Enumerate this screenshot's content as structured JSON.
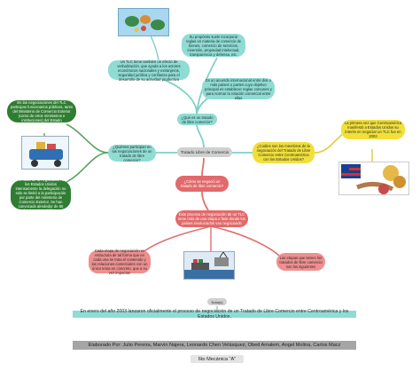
{
  "center": "Tratado Libre de Comercio",
  "q_what": "¿Qué es un tratado de libre comercio?",
  "def_1": "Un TLC tiene también un efecto de verbalización, que ayuda a los actores económicos nacionales y extranjeros, seguridad jurídica y confianza para el desarrollo de su actividad productiva",
  "def_2": "Su propósito suele incorporar reglas en materia de comercio de bienes, comercio de servicios, inversión, propiedad intelectual, transparencia y defensa, etc.",
  "def_3": "Es un acuerdo internacional entre dos o más países o partes cuyo objetivo principal es establecer reglas comunes y para normar la relación comercial entre ellas",
  "q_who": "¿Quiénes participan en las negociaciones de un tratado de libre comercio?",
  "who_1": "En las negociaciones del TLC participan funcionarios públicos, tanto del Ministerio de Comercio Exterior (como de otros ministerios e instituciones) del Estado",
  "who_2": "En el caso de la negociación con los Estados Unidos intensamente la delegación no solo se limitó a la participación por parte del ministerio de Comercio Exterior. Se han convocado alrededor de 60 funcionarios públicos",
  "q_members": "¿Cuáles son los miembros de la negociación del Tratado de Libre Comercio entre Centroamérica con los Estados Unidos?",
  "members_1": "La primera vez que Centroamérica manifestó a Estados Unidos su interés en negociar un TLC fue en 2002",
  "q_how": "¿Cómo se negoció un tratado de libre comercio?",
  "how_1": "Este proceso de negociación de un TLC tiene más de una etapa o fase donde los países involucrados van negociando",
  "how_2": "Cada etapa de negociación se estructura de tal forma que en cada una se trata el contenido y las relaciones comerciales con un único tema en concreto, que a su vez impactan",
  "how_3": "Las etapas que tienen los tratados de libre comercio son los siguientes",
  "note_label": "Nota(s)",
  "note": "En enero del año 2003 lanzaron oficialmente el proceso de negociación de un Tratado de Libre Comercio entre Centroamérica y los Estados Unidos.",
  "authors": "Elaborado Por: Julio Pereira, Marvin Najera, Leonardo Chen Velásquez, Obed Amalem, Angel Molina, Carlos Macz",
  "grade": "6to Mecánica \"A\"",
  "colors": {
    "link": "#7fd1c7",
    "green_link": "#5aa35e",
    "yellow_link": "#e0c93a",
    "red_link": "#e07070"
  }
}
